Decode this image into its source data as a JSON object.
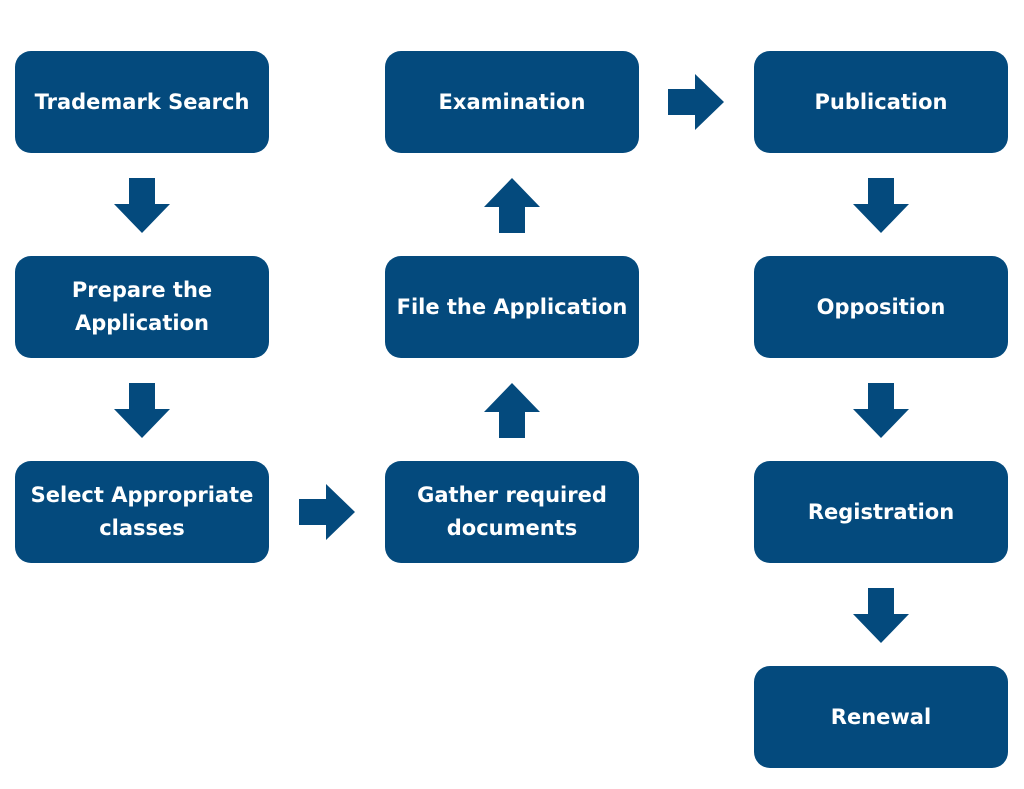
{
  "colors": {
    "box_fill": "#044a7d",
    "box_text": "#ffffff",
    "arrow": "#044a7d",
    "background": "#ffffff"
  },
  "steps": {
    "trademark_search": "Trademark Search",
    "prepare_application": "Prepare the\nApplication",
    "select_classes": "Select Appropriate\nclasses",
    "gather_documents": "Gather required\ndocuments",
    "file_application": "File the Application",
    "examination": "Examination",
    "publication": "Publication",
    "opposition": "Opposition",
    "registration": "Registration",
    "renewal": "Renewal"
  },
  "arrows": [
    "arrow-down",
    "arrow-down",
    "arrow-right",
    "arrow-up",
    "arrow-up",
    "arrow-right",
    "arrow-down",
    "arrow-down",
    "arrow-down"
  ]
}
